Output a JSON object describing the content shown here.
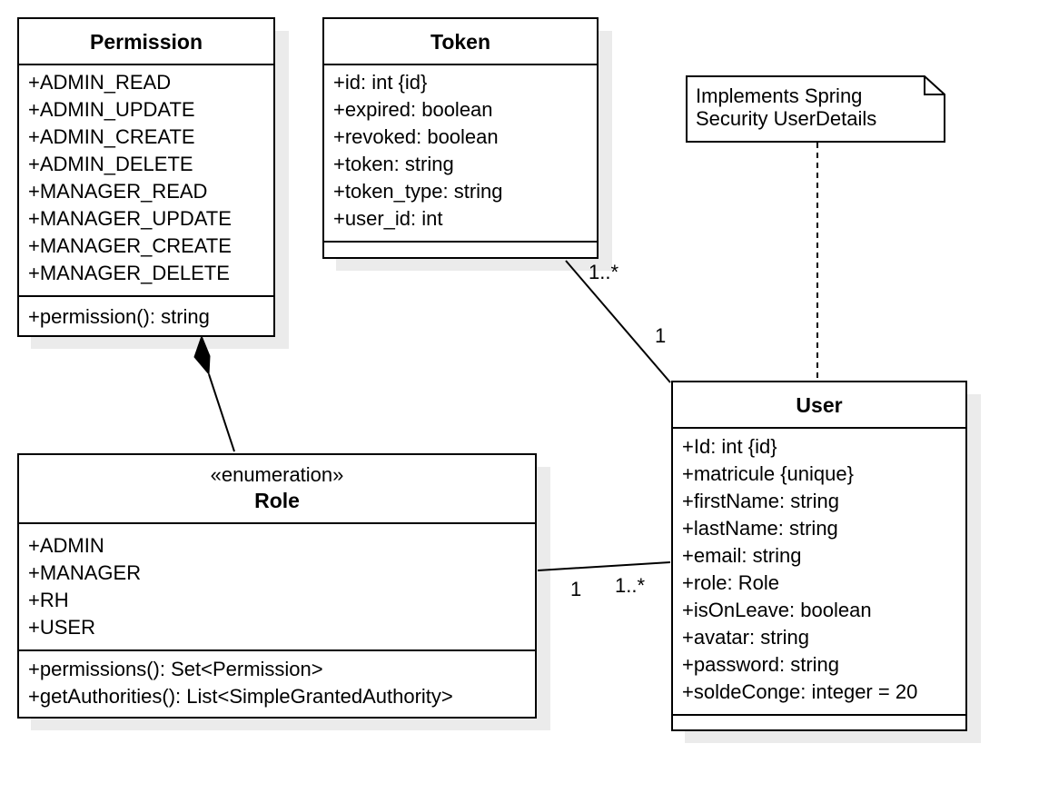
{
  "permission": {
    "title": "Permission",
    "attributes": [
      "+ADMIN_READ",
      "+ADMIN_UPDATE",
      "+ADMIN_CREATE",
      "+ADMIN_DELETE",
      "+MANAGER_READ",
      "+MANAGER_UPDATE",
      "+MANAGER_CREATE",
      "+MANAGER_DELETE"
    ],
    "methods": [
      "+permission(): string"
    ]
  },
  "token": {
    "title": "Token",
    "attributes": [
      "+id: int {id}",
      "+expired: boolean",
      "+revoked: boolean",
      "+token: string",
      "+token_type: string",
      "+user_id: int"
    ],
    "methods": []
  },
  "role": {
    "stereotype": "«enumeration»",
    "title": "Role",
    "attributes": [
      "+ADMIN",
      "+MANAGER",
      "+RH",
      "+USER"
    ],
    "methods": [
      "+permissions(): Set<Permission>",
      "+getAuthorities(): List<SimpleGrantedAuthority>"
    ]
  },
  "user": {
    "title": "User",
    "attributes": [
      "+Id: int {id}",
      "+matricule {unique}",
      "+firstName: string",
      "+lastName: string",
      "+email: string",
      "+role: Role",
      "+isOnLeave: boolean",
      "+avatar: string",
      "+password: string",
      "+soldeConge: integer = 20"
    ],
    "methods": []
  },
  "note": {
    "lines": [
      "Implements Spring",
      "Security UserDetails"
    ]
  },
  "multiplicities": {
    "token_side": "1..*",
    "user_token_side": "1",
    "role_side": "1",
    "user_role_side": "1..*"
  }
}
